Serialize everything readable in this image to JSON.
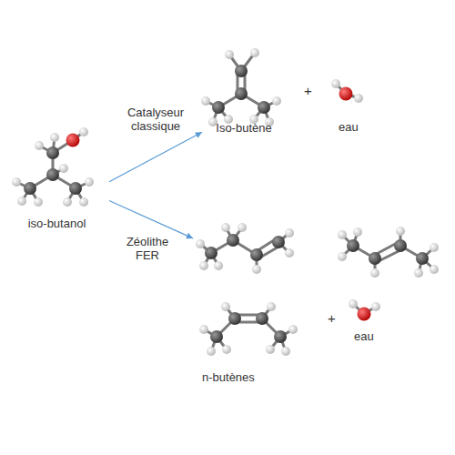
{
  "diagram": {
    "nodes": [
      {
        "text": [
          "iso-butanol"
        ]
      },
      {
        "text": [
          "Iso-butène"
        ]
      },
      {
        "text": [
          "n-butènes"
        ]
      }
    ],
    "edges": [
      {
        "from": 0,
        "to": 1,
        "arrow": "to",
        "label": "Catalyseur classique"
      },
      {
        "from": 0,
        "to": 2,
        "arrow": "to",
        "label": "Zéolithe FER"
      }
    ],
    "labels": [
      "+",
      "eau",
      "+",
      "eau"
    ]
  }
}
